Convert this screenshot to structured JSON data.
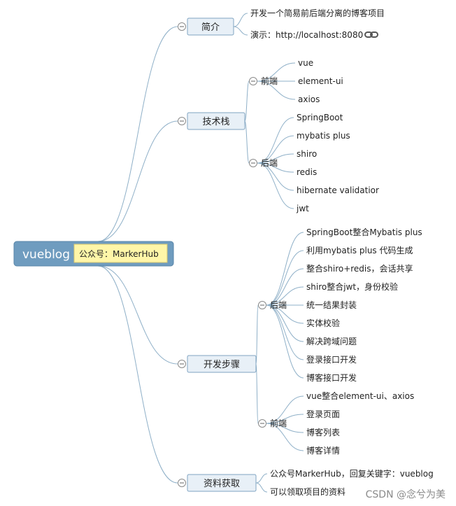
{
  "root": {
    "label": "vueblog",
    "note": "公众号：MarkerHub"
  },
  "topics": {
    "intro": {
      "label": "简介",
      "items": [
        "开发一个简易前后端分离的博客项目",
        "演示：http://localhost:8080"
      ]
    },
    "tech": {
      "label": "技术栈",
      "frontend": {
        "label": "前端",
        "items": [
          "vue",
          "element-ui",
          "axios"
        ]
      },
      "backend": {
        "label": "后端",
        "items": [
          "SpringBoot",
          "mybatis plus",
          "shiro",
          "redis",
          "hibernate validatior",
          "jwt"
        ]
      }
    },
    "steps": {
      "label": "开发步骤",
      "backend": {
        "label": "后端",
        "items": [
          "SpringBoot整合Mybatis plus",
          "利用mybatis plus 代码生成",
          "整合shiro+redis，会话共享",
          "shiro整合jwt，身份校验",
          "统一结果封装",
          "实体校验",
          "解决跨域问题",
          "登录接口开发",
          "博客接口开发"
        ]
      },
      "frontend": {
        "label": "前端",
        "items": [
          "vue整合element-ui、axios",
          "登录页面",
          "博客列表",
          "博客详情"
        ]
      }
    },
    "resources": {
      "label": "资料获取",
      "items": [
        "公众号MarkerHub，回复关键字：vueblog",
        "可以领取项目的资料"
      ]
    }
  },
  "icons": {
    "link": "link-icon",
    "collapse": "collapse-minus-icon"
  },
  "watermark": "CSDN @念兮为美",
  "colors": {
    "root_fill": "#6f9cbf",
    "topic_fill": "#e8f0f7",
    "topic_border": "#7fa3c1",
    "note_fill": "#fff6a8",
    "branch": "#8fb0c8"
  }
}
